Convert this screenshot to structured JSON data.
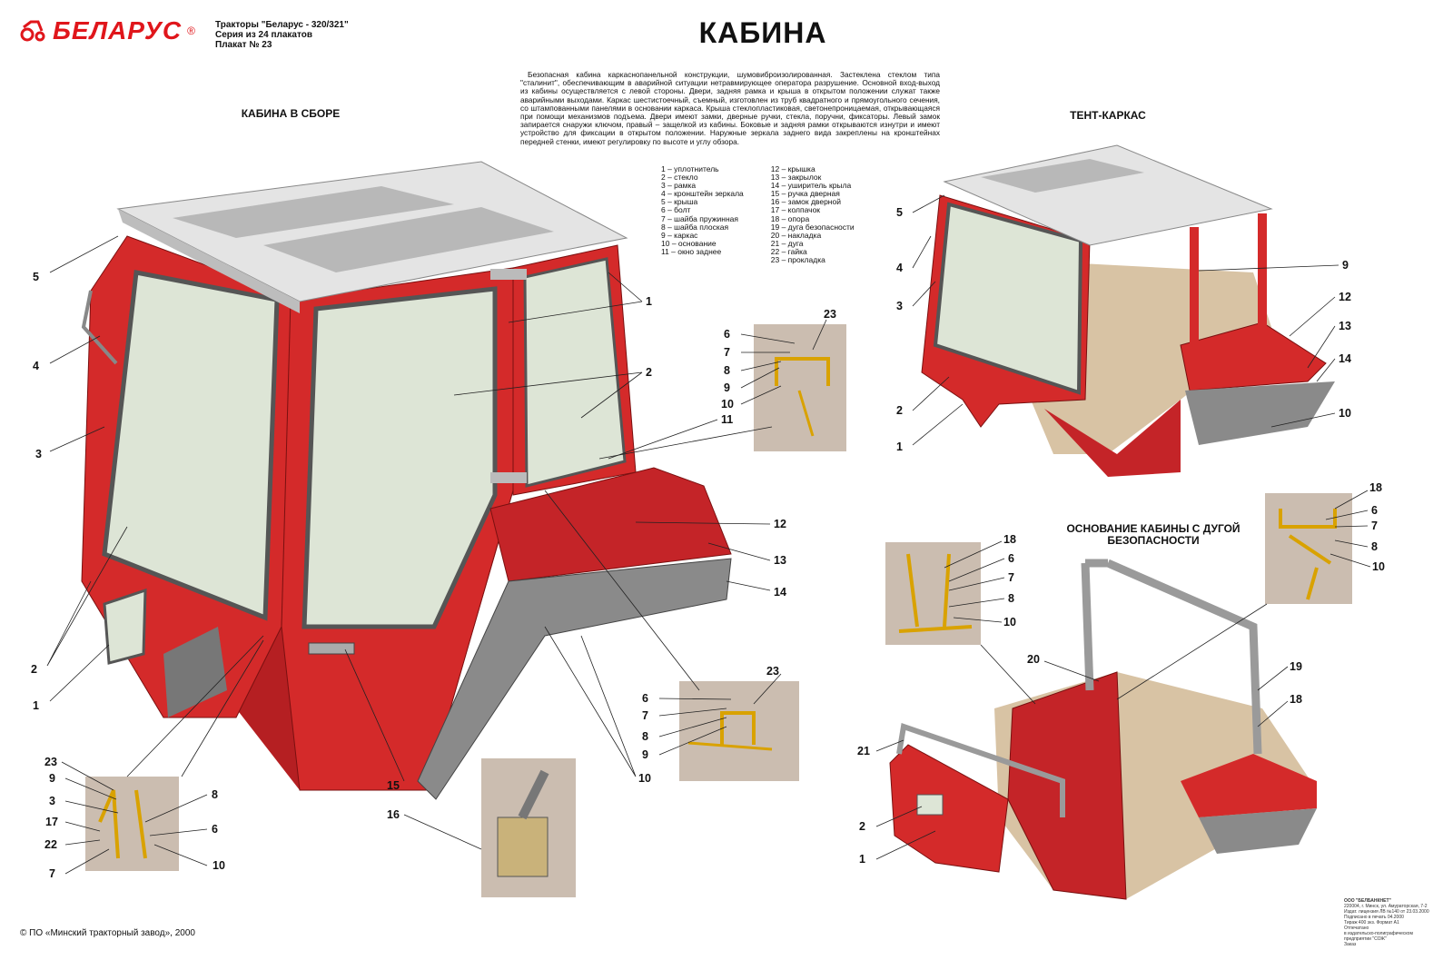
{
  "header": {
    "brand": "БЕЛАРУС",
    "brand_mark": "®",
    "series_lines": [
      "Тракторы \"Беларус - 320/321\"",
      "Серия из 24 плакатов",
      "Плакат № 23"
    ],
    "title": "КАБИНА"
  },
  "description": "Безопасная кабина каркаснопанельной конструкции, шумовиброизолированная. Застеклена стеклом типа \"сталинит\", обеспечивающим в аварийной ситуации нетравмирующее оператора разрушение. Основной вход-выход из кабины осуществляется с левой стороны. Двери, задняя рамка и крыша в открытом положении служат также аварийными выходами. Каркас шестистоечный, съемный, изготовлен из труб квадратного и прямоугольного сечения, со штампованными панелями в основании каркаса. Крыша стеклопластиковая, светонепроницаемая, открывающаяся при помощи механизмов подъема. Двери имеют замки, дверные ручки, стекла, поручни, фиксаторы. Левый замок запирается снаружи ключом, правый – защелкой из кабины. Боковые и задняя рамки открываются изнутри и имеют устройство для фиксации в открытом положении. Наружные зеркала заднего вида закреплены на кронштейнах передней стенки, имеют регулировку по высоте и углу обзора.",
  "sections": {
    "assembled": "КАБИНА В СБОРЕ",
    "tent_frame": "ТЕНТ-КАРКАС",
    "base": "ОСНОВАНИЕ КАБИНЫ С ДУГОЙ БЕЗОПАСНОСТИ"
  },
  "legend_left": [
    "1 – уплотнитель",
    "2 – стекло",
    "3 – рамка",
    "4 – кронштейн зеркала",
    "5 – крыша",
    "6 – болт",
    "7 – шайба пружинная",
    "8 – шайба плоская",
    "9 – каркас",
    "10 – основание",
    "11 – окно заднее"
  ],
  "legend_right": [
    "12 – крышка",
    "13 – закрылок",
    "14 – уширитель крыла",
    "15 – ручка дверная",
    "16 – замок дверной",
    "17 – колпачок",
    "18 – опора",
    "19 – дуга безопасности",
    "20 – накладка",
    "21 – дуга",
    "22 – гайка",
    "23 – прокладка"
  ],
  "callouts": {
    "main": [
      "5",
      "4",
      "3",
      "2",
      "1",
      "1",
      "2",
      "11",
      "12",
      "13",
      "14",
      "15",
      "16",
      "10"
    ],
    "inset_a": [
      "6",
      "7",
      "8",
      "9",
      "10",
      "23"
    ],
    "inset_b": [
      "23",
      "6",
      "7",
      "8",
      "9"
    ],
    "inset_c": [
      "23",
      "9",
      "3",
      "17",
      "22",
      "7",
      "8",
      "6",
      "10"
    ],
    "tent": [
      "5",
      "4",
      "3",
      "2",
      "1",
      "9",
      "12",
      "13",
      "14",
      "10"
    ],
    "base_inset_l": [
      "18",
      "6",
      "7",
      "8",
      "10"
    ],
    "base_inset_r": [
      "18",
      "6",
      "7",
      "8",
      "10"
    ],
    "base": [
      "20",
      "21",
      "19",
      "18",
      "2",
      "1"
    ]
  },
  "footer": {
    "copyright": "© ПО «Минский тракторный завод», 2000",
    "imprint": [
      "ООО \"БЕЛБАНКНЕТ\"",
      "220004, г. Минск, ул. Амураторская, 7-2",
      "Издат. лицензия ЛВ №140 от 23.03.2000",
      "Подписано в печать 04.2000",
      "Тираж 400 экз. Формат А1",
      "Отпечатано",
      "в издательско-полиграфическом",
      "предприятии \"СОЖ\"",
      "Заказ"
    ]
  },
  "colors": {
    "brand": "#e0161b",
    "cab_red": "#d42a2a",
    "glass": "#dde5d6",
    "roof": "#e4e4e4",
    "inset_bg": "#cbbdb0",
    "fender": "#8a8a8a",
    "wood": "#d8c3a4"
  }
}
